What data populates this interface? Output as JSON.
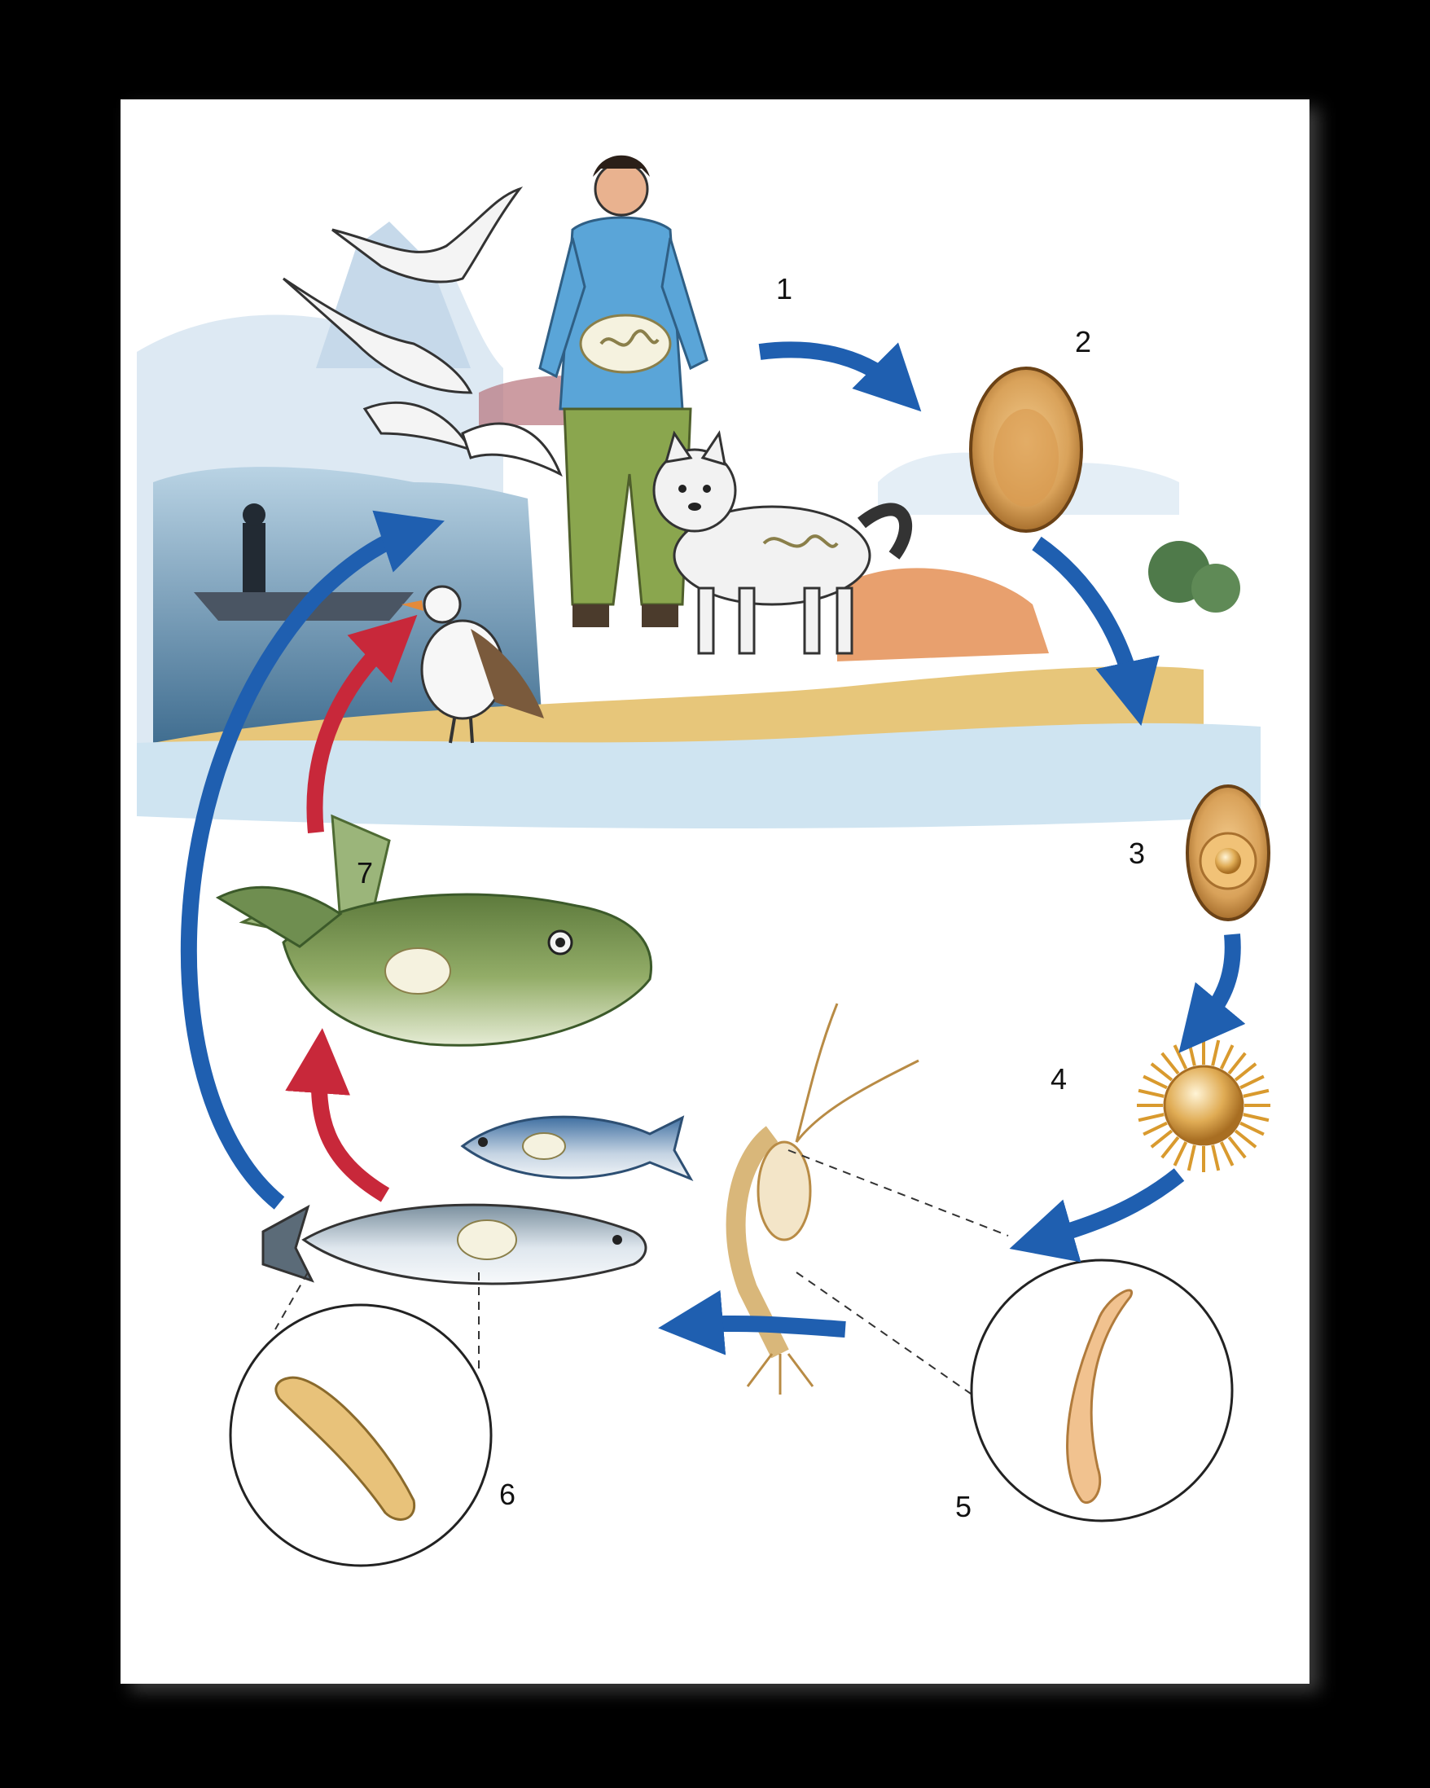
{
  "stage_labels": [
    "1",
    "2",
    "3",
    "4",
    "5",
    "6",
    "7"
  ],
  "colors": {
    "background": "#000000",
    "card": "#ffffff",
    "arrow_blue": "#1f5fb0",
    "arrow_red": "#c8283a",
    "egg": "#d9a25a",
    "shore": "#e7c67a",
    "sea": "#8eb3cc"
  },
  "icons": [
    "bird-icon",
    "man-icon",
    "dog-icon",
    "egg-icon",
    "coracidium-icon",
    "copepod-icon",
    "salmon-icon",
    "herring-icon",
    "bass-icon",
    "larva-icon",
    "boat-icon"
  ]
}
